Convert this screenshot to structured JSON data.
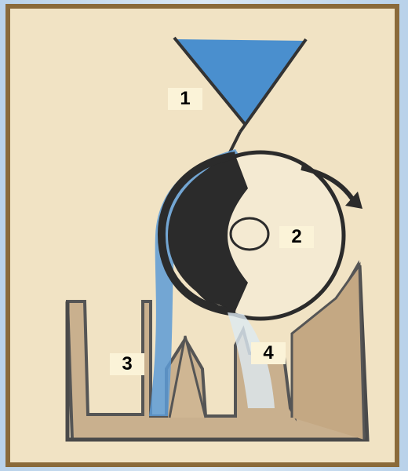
{
  "labels": [
    "1",
    "2",
    "3",
    "4"
  ],
  "colors": {
    "frame": "#8a6a3a",
    "paper": "#f1e3c4",
    "water_blue": "#4a8fce",
    "drum_dark": "#2b2b2b",
    "tank": "#c9b08e",
    "line": "#333333"
  }
}
